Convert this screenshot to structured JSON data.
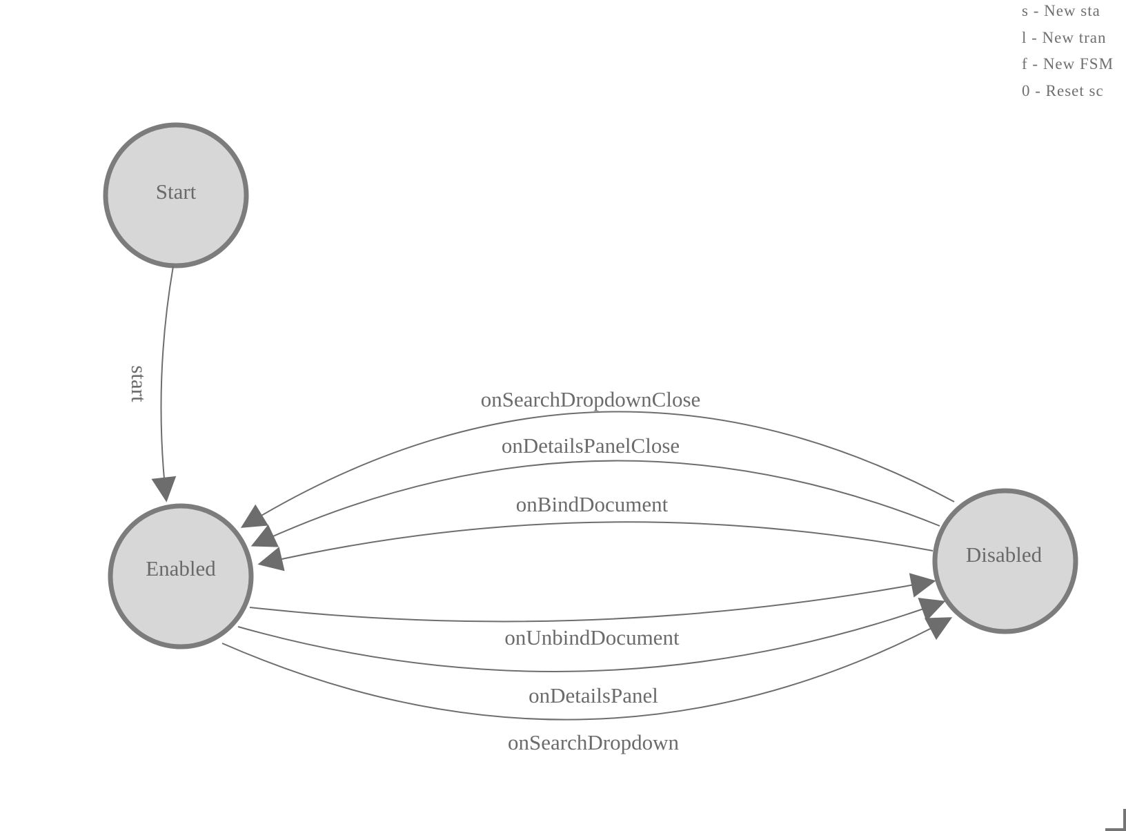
{
  "legend": {
    "shortcuts": [
      "s - New sta",
      "l - New tran",
      "f - New FSM",
      "0 - Reset sc"
    ]
  },
  "diagram": {
    "states": [
      {
        "label": "Start"
      },
      {
        "label": "Enabled"
      },
      {
        "label": "Disabled"
      }
    ],
    "transitions": [
      {
        "label": "start",
        "from": "Start",
        "to": "Enabled"
      },
      {
        "label": "onSearchDropdownClose",
        "from": "Disabled",
        "to": "Enabled"
      },
      {
        "label": "onDetailsPanelClose",
        "from": "Disabled",
        "to": "Enabled"
      },
      {
        "label": "onBindDocument",
        "from": "Disabled",
        "to": "Enabled"
      },
      {
        "label": "onUnbindDocument",
        "from": "Enabled",
        "to": "Disabled"
      },
      {
        "label": "onDetailsPanel",
        "from": "Enabled",
        "to": "Disabled"
      },
      {
        "label": "onSearchDropdown",
        "from": "Enabled",
        "to": "Disabled"
      }
    ],
    "colors": {
      "state_fill": "#d7d7d7",
      "state_stroke": "#7c7c7c",
      "edge": "#6d6d6d",
      "label_text": "#6b6b6b"
    }
  }
}
